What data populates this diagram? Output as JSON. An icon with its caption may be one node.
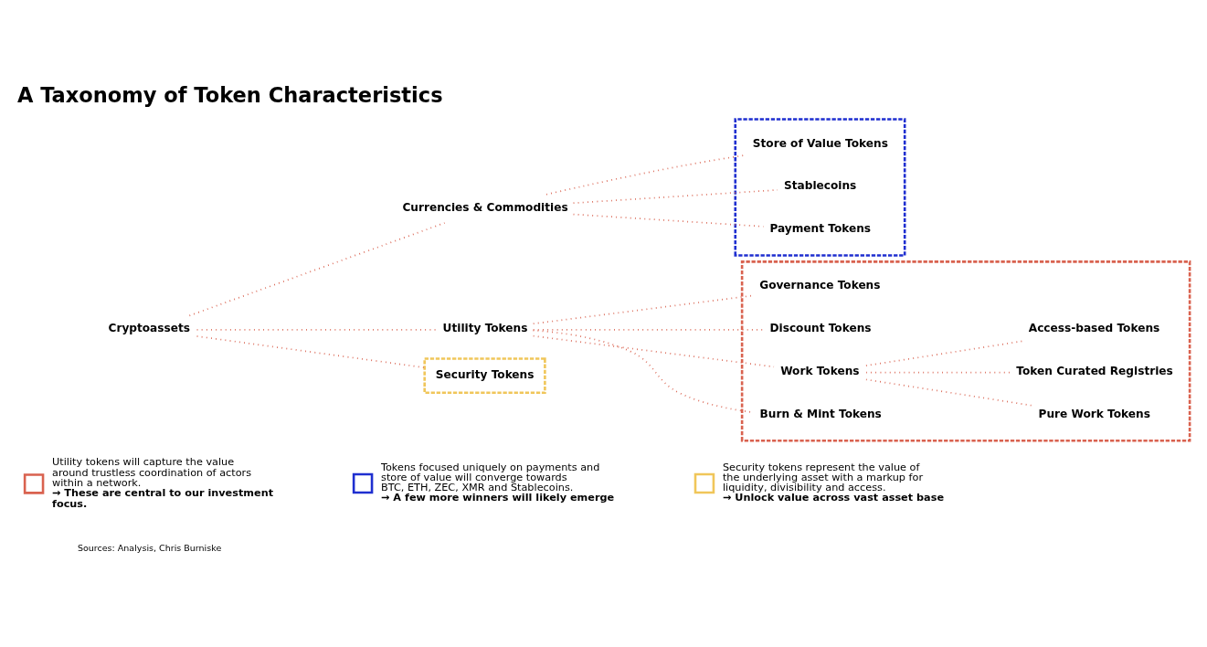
{
  "diagram": {
    "title": "A Taxonomy of Token Characteristics",
    "caption": "Sources: Analysis, Chris Burniske",
    "nodes": [
      {
        "text": [
          "Cryptoassets"
        ]
      },
      {
        "text": [
          "Currencies & Commodities"
        ]
      },
      {
        "text": [
          "Utility Tokens"
        ]
      },
      {
        "text": [
          "Security Tokens"
        ]
      },
      {
        "text": [],
        "shape": "box"
      },
      {
        "text": [
          "Store of Value Tokens"
        ],
        "in": 4
      },
      {
        "text": [
          "Stablecoins"
        ],
        "in": 4
      },
      {
        "text": [
          "Payment Tokens"
        ],
        "in": 4
      },
      {
        "text": [],
        "shape": "box"
      },
      {
        "text": [
          "Governance Tokens"
        ],
        "in": 8
      },
      {
        "text": [
          "Discount Tokens"
        ],
        "in": 8
      },
      {
        "text": [
          "Work Tokens"
        ],
        "in": 8
      },
      {
        "text": [
          "Burn & Mint Tokens"
        ],
        "in": 8
      },
      {
        "text": [
          "Pure Work Tokens"
        ],
        "in": 8
      },
      {
        "text": [
          "Token Curated Registries"
        ],
        "in": 8
      },
      {
        "text": [
          "Access-based Tokens"
        ],
        "in": 8
      }
    ],
    "edges": [
      {
        "from": 0,
        "to": 1,
        "arrow": "none"
      },
      {
        "from": 0,
        "to": 2,
        "arrow": "none"
      },
      {
        "from": 0,
        "to": 3,
        "arrow": "none"
      },
      {
        "from": 1,
        "to": 5,
        "arrow": "none"
      },
      {
        "from": 1,
        "to": 6,
        "arrow": "none"
      },
      {
        "from": 1,
        "to": 7,
        "arrow": "none"
      },
      {
        "from": 2,
        "to": 9,
        "arrow": "none"
      },
      {
        "from": 2,
        "to": 10,
        "arrow": "none"
      },
      {
        "from": 2,
        "to": 11,
        "arrow": "none"
      },
      {
        "from": 2,
        "to": 12,
        "arrow": "none"
      },
      {
        "from": 11,
        "to": 13,
        "arrow": "none"
      },
      {
        "from": 11,
        "to": 14,
        "arrow": "none"
      },
      {
        "from": 11,
        "to": 15,
        "arrow": "none"
      }
    ],
    "legend": [
      {
        "text": "Utility tokens will capture the value around trustless coordination of actors within a network. **→ These are central to our investment focus.**"
      },
      {
        "text": "Tokens focused uniquely on payments and store of value will converge towards BTC, ETH, ZEC, XMR and Stablecoins. **→ A few more winners will likely emerge**"
      },
      {
        "text": "Security tokens represent the value of the underlying asset with a markup for liquidity, divisibility and access. **→ Unlock value across vast asset base**"
      }
    ]
  }
}
